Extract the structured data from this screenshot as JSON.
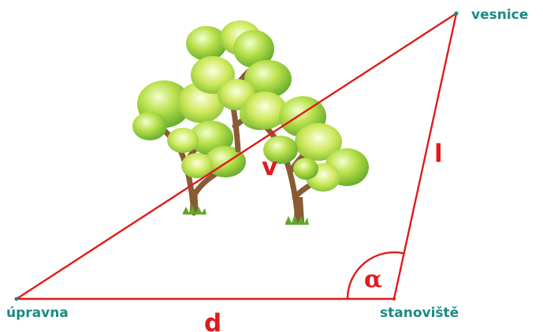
{
  "points": {
    "village": "vesnice",
    "ferry": "úpravna",
    "station": "stanoviště"
  },
  "sides": {
    "v": "v",
    "l": "l",
    "d": "d"
  },
  "angle": "α",
  "colors": {
    "lines": "#e01b1b",
    "point_labels": "#1a8a84",
    "side_labels": "#e01b1b",
    "tree_foliage": "#9ccc2a",
    "tree_trunk": "#8a5a34"
  },
  "icons": [
    "tree-group-icon"
  ]
}
